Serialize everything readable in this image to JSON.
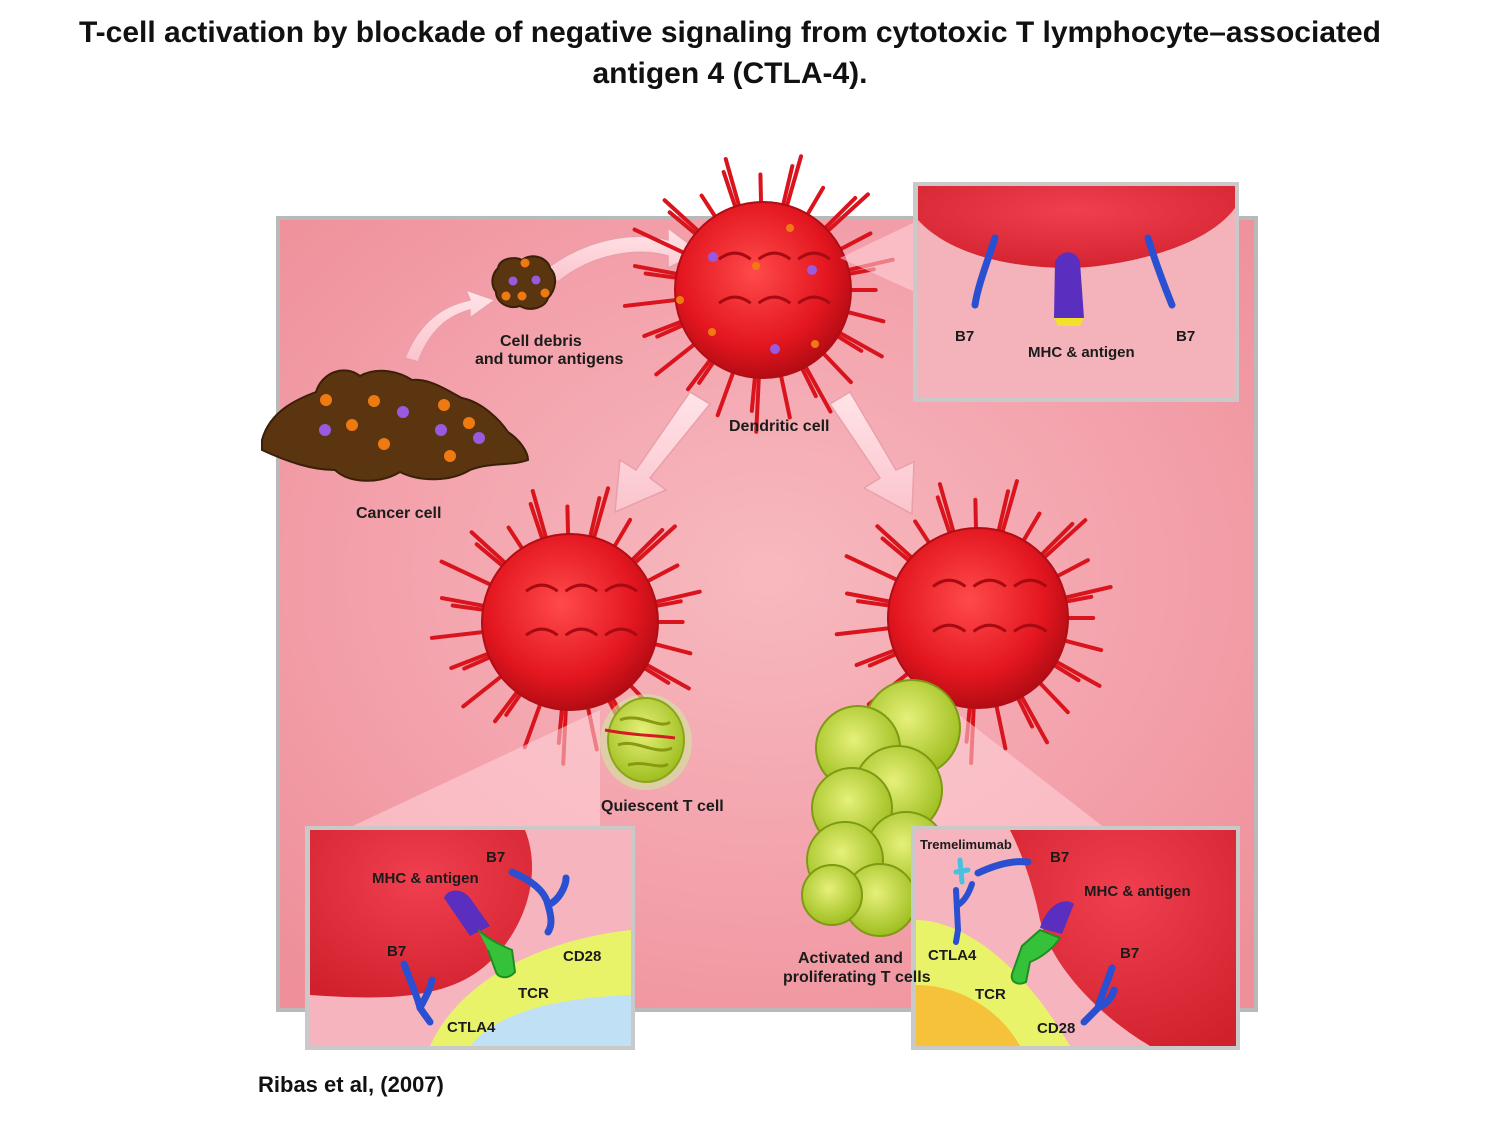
{
  "title": "T-cell activation by blockade of negative signaling from cytotoxic T lymphocyte–associated antigen 4 (CTLA-4).",
  "citation": "Ribas et al, (2007)",
  "labels": {
    "cell_debris": "Cell debris",
    "tumor_antigens": "and tumor antigens",
    "dendritic_cell": "Dendritic cell",
    "cancer_cell": "Cancer cell",
    "quiescent": "Quiescent T cell",
    "activated_1": "Activated and",
    "activated_2": "proliferating T cells"
  },
  "inset_top": {
    "b7_left": "B7",
    "mhc": "MHC & antigen",
    "b7_right": "B7"
  },
  "inset_bottom_left": {
    "mhc": "MHC & antigen",
    "b7_top": "B7",
    "cd28": "CD28",
    "b7_left": "B7",
    "tcr": "TCR",
    "ctla4": "CTLA4"
  },
  "inset_bottom_right": {
    "tremelimumab": "Tremelimumab",
    "b7_top": "B7",
    "mhc": "MHC & antigen",
    "ctla4": "CTLA4",
    "b7_right": "B7",
    "tcr": "TCR",
    "cd28": "CD28"
  },
  "colors": {
    "background_pink": "#f4a3ad",
    "cell_red": "#e8202a",
    "cancer_brown": "#5a3510",
    "tcell_green": "#b8d23a",
    "receptor_blue": "#2a4fd0",
    "tcr_green": "#36c13a",
    "mhc_purple": "#5a2fc0"
  }
}
